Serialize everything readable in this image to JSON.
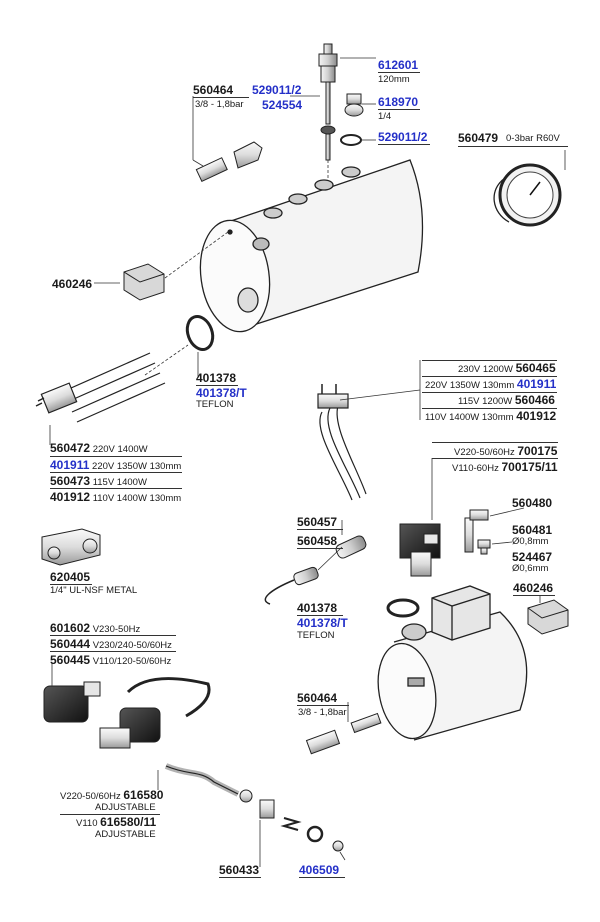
{
  "parts": {
    "p612601": {
      "code": "612601",
      "note": "120mm"
    },
    "p529011_top": {
      "code": "529011/2"
    },
    "p524554": {
      "code": "524554"
    },
    "p618970": {
      "code": "618970",
      "note": "1/4"
    },
    "p529011_mid": {
      "code": "529011/2"
    },
    "p560464_top": {
      "code": "560464",
      "note": "3/8 - 1,8bar"
    },
    "p560479": {
      "code": "560479",
      "note": "0-3bar R60V"
    },
    "p460246_left": {
      "code": "460246"
    },
    "p401378_left": {
      "code": "401378",
      "alt": "401378/T",
      "note": "TEFLON"
    },
    "heater_left": [
      {
        "code": "560472",
        "spec": "220V 1400W"
      },
      {
        "code": "401911",
        "spec": "220V 1350W 130mm"
      },
      {
        "code": "560473",
        "spec": "115V 1400W"
      },
      {
        "code": "401912",
        "spec": "110V 1400W 130mm"
      }
    ],
    "heater_right": [
      {
        "spec": "230V 1200W",
        "code": "560465"
      },
      {
        "spec": "220V 1350W 130mm",
        "code": "401911"
      },
      {
        "spec": "115V 1200W",
        "code": "560466"
      },
      {
        "spec": "110V 1400W 130mm",
        "code": "401912"
      }
    ],
    "p620405": {
      "code": "620405",
      "note": "1/4\" UL-NSF METAL"
    },
    "valve_group": [
      {
        "code": "601602",
        "spec": "V230-50Hz"
      },
      {
        "code": "560444",
        "spec": "V230/240-50/60Hz"
      },
      {
        "code": "560445",
        "spec": "V110/120-50/60Hz"
      }
    ],
    "p700175": {
      "spec": "V220-50/60Hz",
      "code": "700175"
    },
    "p700175_11": {
      "spec": "V110-60Hz",
      "code": "700175/11"
    },
    "p560480": {
      "code": "560480"
    },
    "p560481": {
      "code": "560481",
      "note": "Ø0,8mm"
    },
    "p524467": {
      "code": "524467",
      "note": "Ø0,6mm"
    },
    "p560457": {
      "code": "560457"
    },
    "p560458": {
      "code": "560458"
    },
    "p460246_right": {
      "code": "460246"
    },
    "p401378_right": {
      "code": "401378",
      "alt": "401378/T",
      "note": "TEFLON"
    },
    "p560464_bottom": {
      "code": "560464",
      "note": "3/8 - 1,8bar"
    },
    "p616580": {
      "spec": "V220-50/60Hz",
      "code": "616580",
      "note": "ADJUSTABLE"
    },
    "p616580_11": {
      "spec": "V110",
      "code": "616580/11",
      "note": "ADJUSTABLE"
    },
    "p560433": {
      "code": "560433"
    },
    "p406509": {
      "code": "406509"
    }
  },
  "colors": {
    "label": "#1a1a1a",
    "alt_code": "#2430c8",
    "line": "#333333"
  }
}
